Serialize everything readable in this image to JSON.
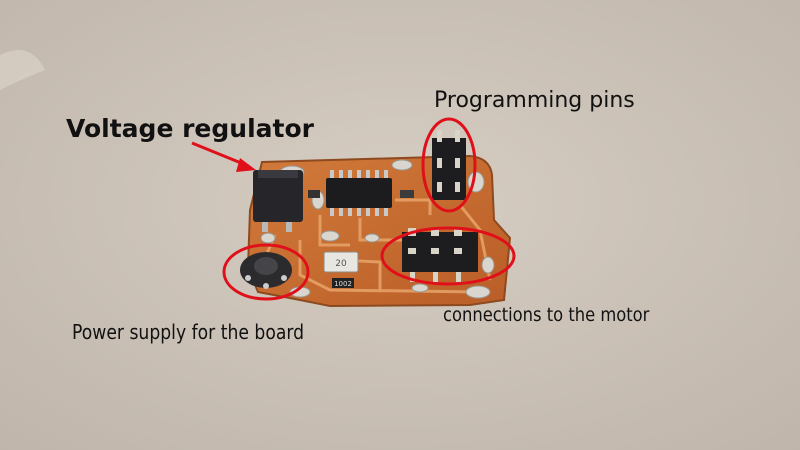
{
  "image": {
    "labels": {
      "voltage_regulator": "Voltage regulator",
      "programming_pins": "Programming pins",
      "power_supply": "Power supply for the board",
      "motor_connections": "connections to the motor"
    },
    "marker_color": "#e0101a",
    "board_color": "#c8692e",
    "background_color": "#cfc6bd",
    "chip_markings": {
      "capacitor": "20",
      "resistor": "1002"
    }
  }
}
